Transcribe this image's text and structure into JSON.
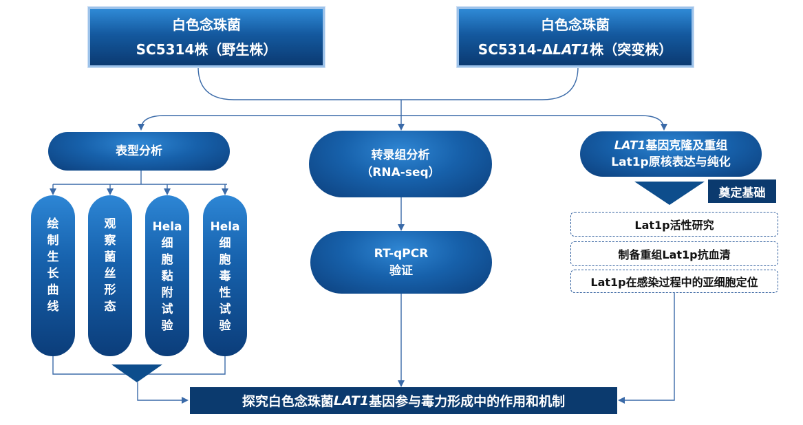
{
  "top_left": {
    "line1": "白色念珠菌",
    "line2": "SC5314株（野生株）"
  },
  "top_right": {
    "line1": "白色念珠菌",
    "line2_pre": "SC5314-Δ",
    "line2_gene": "LAT1",
    "line2_post": "株（突变株）"
  },
  "phenotype": {
    "title": "表型分析",
    "items": [
      {
        "chars": [
          "绘",
          "制",
          "生",
          "长",
          "曲",
          "线"
        ]
      },
      {
        "chars": [
          "观",
          "察",
          "菌",
          "丝",
          "形",
          "态"
        ]
      },
      {
        "chars": [
          "Hela",
          "细",
          "胞",
          "黏",
          "附",
          "试",
          "验"
        ]
      },
      {
        "chars": [
          "Hela",
          "细",
          "胞",
          "毒",
          "性",
          "试",
          "验"
        ]
      }
    ]
  },
  "transcriptome": {
    "line1": "转录组分析",
    "line2": "（RNA-seq）"
  },
  "rtqpcr": {
    "line1": "RT-qPCR",
    "line2": "验证"
  },
  "cloning": {
    "line1_gene": "LAT1",
    "line1_post": "基因克隆及重组",
    "line2": "Lat1p原核表达与纯化"
  },
  "foundation_label": "奠定基础",
  "studies": [
    "Lat1p活性研究",
    "制备重组Lat1p抗血清",
    "Lat1p在感染过程中的亚细胞定位"
  ],
  "goal": {
    "pre": "探究白色念珠菌",
    "gene": "LAT1",
    "post": "基因参与毒力形成中的作用和机制"
  },
  "colors": {
    "navy": "#0b3a6e",
    "line": "#3a6aa8",
    "accent": "#1761ab"
  }
}
